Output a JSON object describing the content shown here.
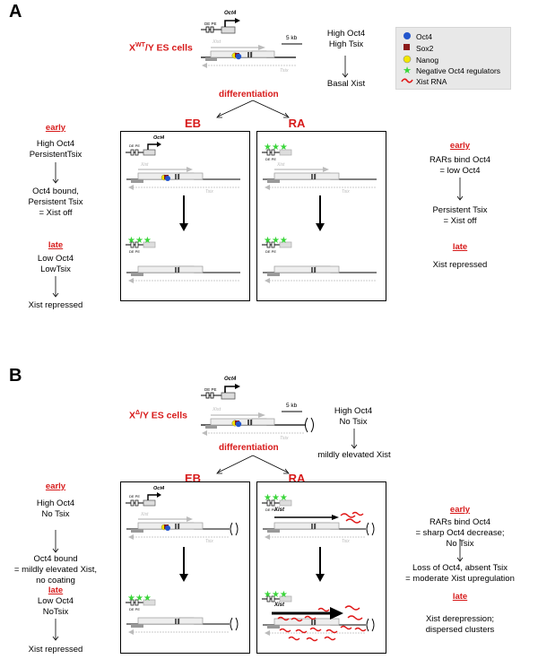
{
  "panelA": {
    "letter": "A",
    "cell_type": "X",
    "cell_sup": "WT",
    "cell_rest": "/Y ES cells",
    "gene_labels": {
      "oct4": "Oct4",
      "de_pe": "DE PE",
      "xist": "Xist",
      "tsix": "Tsix",
      "scale": "5 kb"
    },
    "top_right": [
      "High Oct4",
      "High Tsix"
    ],
    "top_result": "Basal Xist",
    "differentiation": "differentiation",
    "col_eb": "EB",
    "col_ra": "RA",
    "left_early_hdr": "early",
    "left_early": [
      "High Oct4",
      "PersistentTsix"
    ],
    "left_early_result": [
      "Oct4 bound,",
      "Persistent Tsix",
      "= Xist off"
    ],
    "left_late_hdr": "late",
    "left_late": [
      "Low Oct4",
      "LowTsix"
    ],
    "left_late_result": "Xist repressed",
    "right_early_hdr": "early",
    "right_early": [
      "RARs bind Oct4",
      "= low Oct4"
    ],
    "right_early_result": [
      "Persistent Tsix",
      "= Xist off"
    ],
    "right_late_hdr": "late",
    "right_late": "Xist repressed"
  },
  "panelB": {
    "letter": "B",
    "cell_type": "X",
    "cell_sup": "Δ",
    "cell_rest": "/Y ES cells",
    "gene_labels": {
      "oct4": "Oct4",
      "de_pe": "DE PE",
      "xist": "Xist",
      "tsix": "Tsix",
      "scale": "5 kb"
    },
    "top_right": [
      "High Oct4",
      "No Tsix"
    ],
    "top_result": "mildly elevated Xist",
    "differentiation": "differentiation",
    "col_eb": "EB",
    "col_ra": "RA",
    "left_early_hdr": "early",
    "left_early": [
      "High Oct4",
      "No Tsix"
    ],
    "left_early_result": [
      "Oct4 bound",
      "= mildly elevated Xist,",
      "no coating"
    ],
    "left_late_hdr": "late",
    "left_late": [
      "Low Oct4",
      "NoTsix"
    ],
    "left_late_result": "Xist repressed",
    "right_early_hdr": "early",
    "right_early": [
      "RARs bind Oct4",
      "= sharp Oct4 decrease;",
      "No Tsix"
    ],
    "right_early_result": [
      "Loss of Oct4, absent Tsix",
      "= moderate Xist upregulation"
    ],
    "right_late_hdr": "late",
    "right_late": [
      "Xist derepression;",
      "dispersed clusters"
    ]
  },
  "legend": {
    "items": [
      {
        "label": "Oct4",
        "icon": "blue-circle",
        "color": "#2255cc"
      },
      {
        "label": "Sox2",
        "icon": "dark-red-square",
        "color": "#8b1a1a"
      },
      {
        "label": "Nanog",
        "icon": "yellow-circle",
        "color": "#f2e600"
      },
      {
        "label": "Negative Oct4 regulators",
        "icon": "green-star",
        "color": "#3ad63a"
      },
      {
        "label": "Xist RNA",
        "icon": "red-squiggle",
        "color": "#e01818"
      }
    ]
  }
}
